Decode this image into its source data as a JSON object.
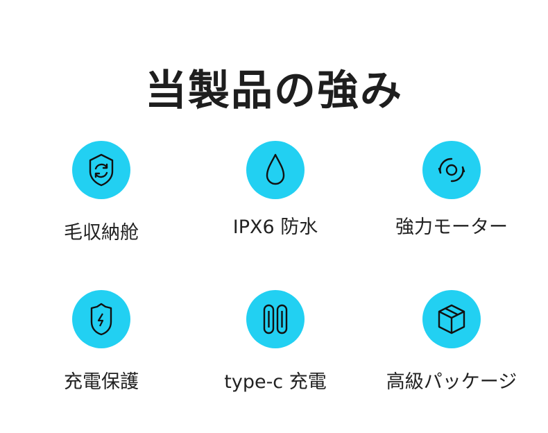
{
  "title": "当製品の強み",
  "accent_color": "#22d0f2",
  "features": [
    {
      "label": "毛収納舱",
      "icon": "shield-refresh-icon"
    },
    {
      "label": "IPX6 防水",
      "icon": "water-drop-icon"
    },
    {
      "label": "強力モーター",
      "icon": "motor-rotation-icon"
    },
    {
      "label": "充電保護",
      "icon": "shield-lightning-icon"
    },
    {
      "label": "type-c 充電",
      "icon": "type-c-port-icon"
    },
    {
      "label": "高級パッケージ",
      "icon": "package-box-icon"
    }
  ]
}
